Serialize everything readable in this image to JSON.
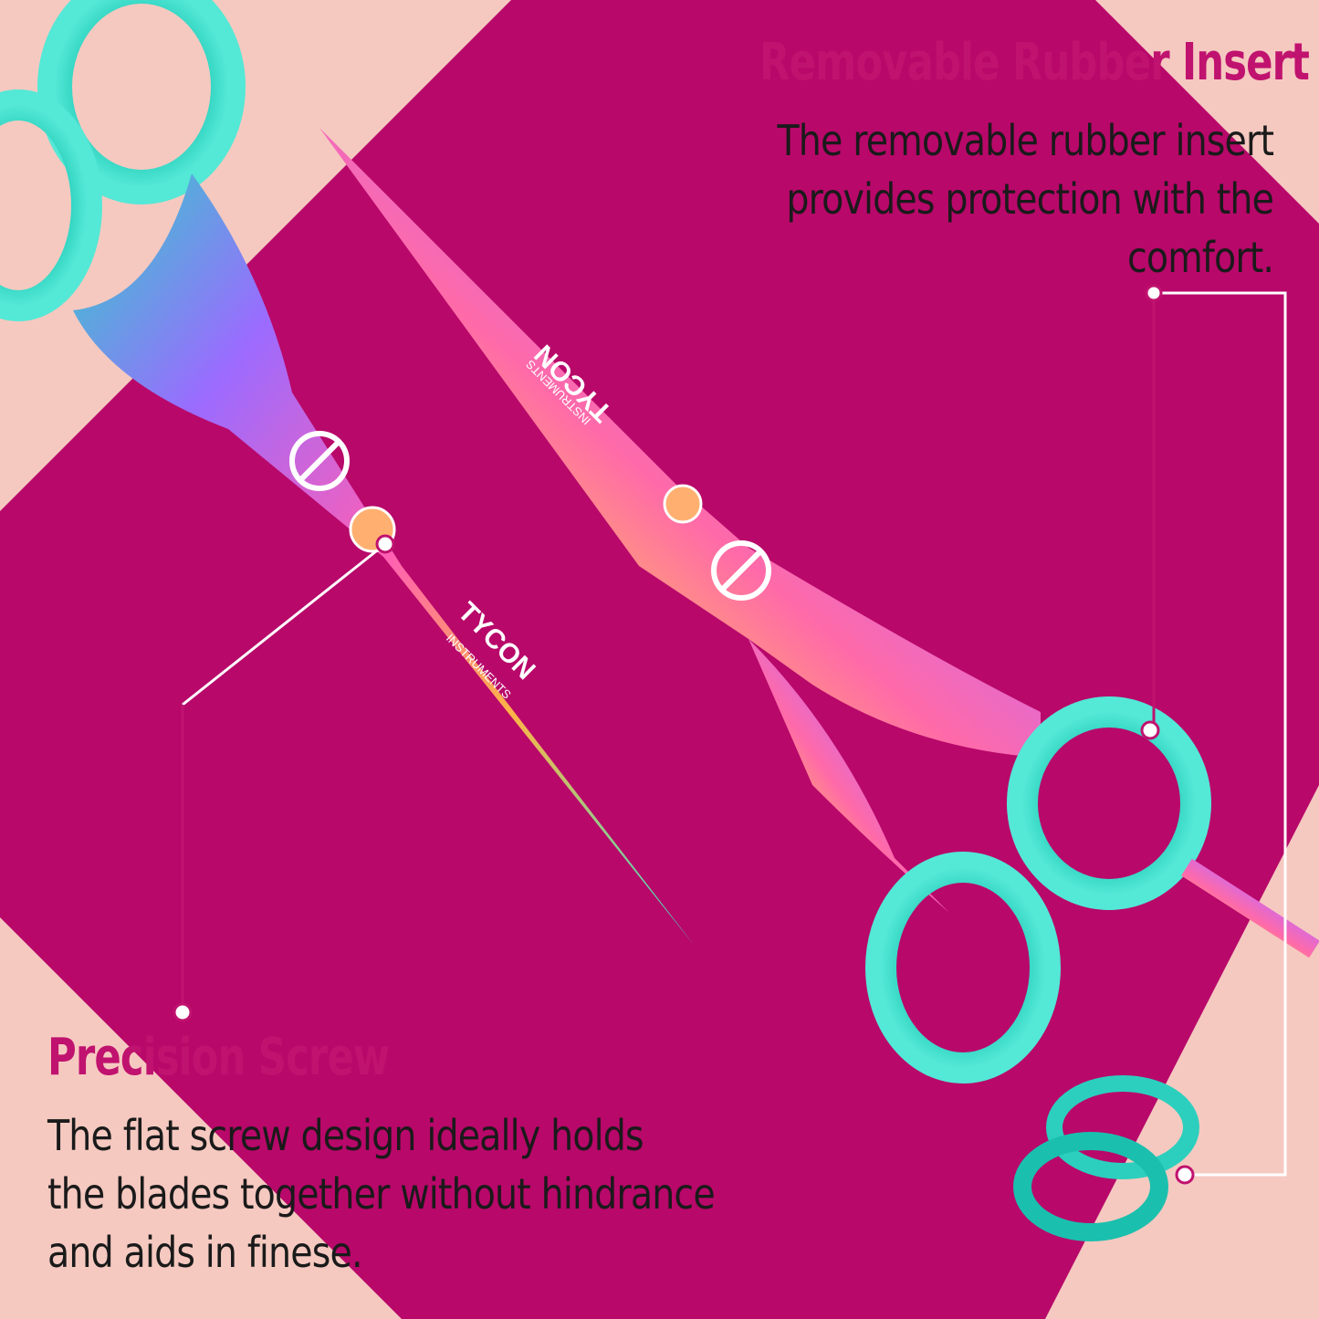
{
  "colors": {
    "background": "#f5c9c0",
    "band": "#b8086a",
    "accent": "#c0126f",
    "text": "#1a1a1a",
    "callout_line": "#c0126f"
  },
  "brand": {
    "logo_text": "TYCON",
    "logo_subtext": "INSTRUMENTS"
  },
  "features": {
    "rubber_insert": {
      "heading": "Removable Rubber Insert",
      "lines": [
        "The removable rubber insert",
        "provides protection with the",
        "comfort."
      ]
    },
    "precision_screw": {
      "heading": "Precision Screw",
      "lines": [
        "The flat screw design ideally holds",
        "the blades together without hindrance",
        "and aids in finese."
      ]
    }
  },
  "icons": [
    "scissors-left-icon",
    "scissors-right-icon",
    "rubber-ring-icon",
    "screw-icon"
  ]
}
